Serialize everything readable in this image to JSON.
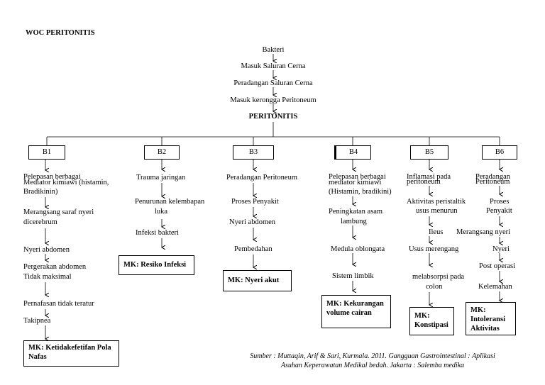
{
  "title": "WOC PERITONITIS",
  "top_chain": [
    "Bakteri",
    "Masuk Saluran Cerna",
    "Peradangan Saluran Cerna",
    "Masuk kerongga Peritoneum"
  ],
  "root": "PERITONITIS",
  "branches": [
    {
      "label": "B1"
    },
    {
      "label": "B2"
    },
    {
      "label": "B3"
    },
    {
      "label": "B4"
    },
    {
      "label": "B5"
    },
    {
      "label": "B6"
    }
  ],
  "b1": {
    "l1": "Pelepasan berbagai",
    "l2": "Mediator kimiawi (histamin,",
    "l3": "Bradikinin)",
    "l4": "Merangsang saraf nyeri",
    "l5": "dicerebrum",
    "l6": "Nyeri abdomen",
    "l7": "Pergerakan abdomen",
    "l8": "Tidak maksimal",
    "l9": "Pernafasan tidak teratur",
    "l10": "Takipnea",
    "mk": "MK: Ketidakefetifan Pola Nafas"
  },
  "b2": {
    "l1": "Trauma jaringan",
    "l2": "Penurunan  kelembapan",
    "l3": "luka",
    "l4": "Infeksi bakteri",
    "mk": "MK: Resiko Infeksi"
  },
  "b3": {
    "l1": "Peradangan Peritoneum",
    "l2": "Proses Penyakit",
    "l3": "Nyeri abdomen",
    "l4": "Pembedahan",
    "mk": "MK: Nyeri akut"
  },
  "b4": {
    "l1": "Pelepasan berbagai",
    "l2": "mediator kimiawi",
    "l3": "(Histamin, bradikini)",
    "l4": "Peningkatan asam",
    "l5": "lambung",
    "l6": "Medula oblongata",
    "l7": "Sistem limbik",
    "mk": "MK: Kekurangan volume cairan"
  },
  "b5": {
    "l1": "Inflamasi pada",
    "l2": "peritoneum",
    "l3": "Aktivitas peristaltik",
    "l4": "usus menurun",
    "l5": "Ileus",
    "l6": "Usus merengang",
    "l7": "melabsorpsi pada",
    "l8": "colon",
    "mk": "MK: Konstipasi"
  },
  "b6": {
    "l1": "Peradangan",
    "l2": "Peritoneum",
    "l3": "Proses",
    "l4": "Penyakit",
    "l5": "Merangsang nyeri",
    "l6": "Nyeri",
    "l7": "Post operasi",
    "l8": "Kelemahan",
    "mk": "MK: Intoleransi Aktivitas"
  },
  "source": {
    "line1": "Sumber : Muttaqin, Arif & Sari, Kurmala. 2011. Gangguan Gastrointestinal : Aplikasi",
    "line2": "Asuhan Keperawatan Medikal bedah. Jakarta : Salemba medika"
  }
}
